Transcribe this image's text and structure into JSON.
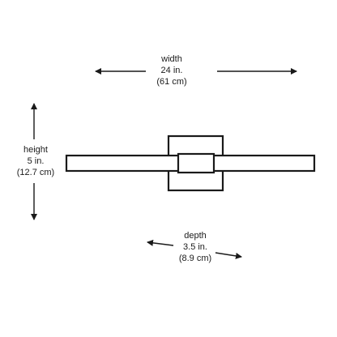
{
  "dimensions": {
    "width": {
      "label": "width",
      "imperial": "24 in.",
      "metric": "(61 cm)"
    },
    "height": {
      "label": "height",
      "imperial": "5 in.",
      "metric": "(12.7 cm)"
    },
    "depth": {
      "label": "depth",
      "imperial": "3.5 in.",
      "metric": "(8.9 cm)"
    }
  },
  "colors": {
    "line": "#1a1a1a",
    "background": "#ffffff"
  }
}
